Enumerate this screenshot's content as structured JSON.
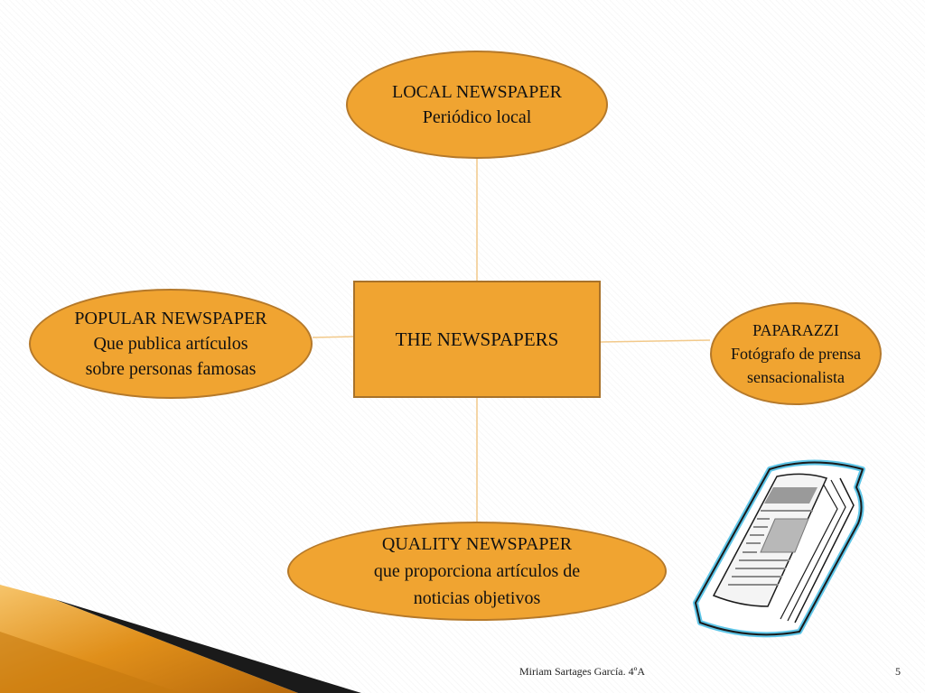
{
  "diagram": {
    "center": {
      "text": "THE NEWSPAPERS"
    },
    "nodes": [
      {
        "id": "local",
        "title": "LOCAL NEWSPAPER",
        "lines": [
          "Periódico local"
        ]
      },
      {
        "id": "popular",
        "title": "POPULAR NEWSPAPER",
        "lines": [
          "Que publica artículos",
          "sobre personas famosas"
        ]
      },
      {
        "id": "paparazzi",
        "title": "PAPARAZZI",
        "lines": [
          "Fotógrafo de prensa",
          "sensacionalista"
        ]
      },
      {
        "id": "quality",
        "title": "QUALITY NEWSPAPER",
        "lines": [
          "que proporciona artículos de",
          "noticias objetivos"
        ]
      }
    ],
    "colors": {
      "node_fill": "#f0a431",
      "node_border": "#b5792a",
      "connector": "#f2c98a"
    },
    "icons": {
      "clipart": "newspaper-icon"
    }
  },
  "footer": {
    "author": "Miriam Sartages García.  4ºA",
    "page": "5"
  }
}
